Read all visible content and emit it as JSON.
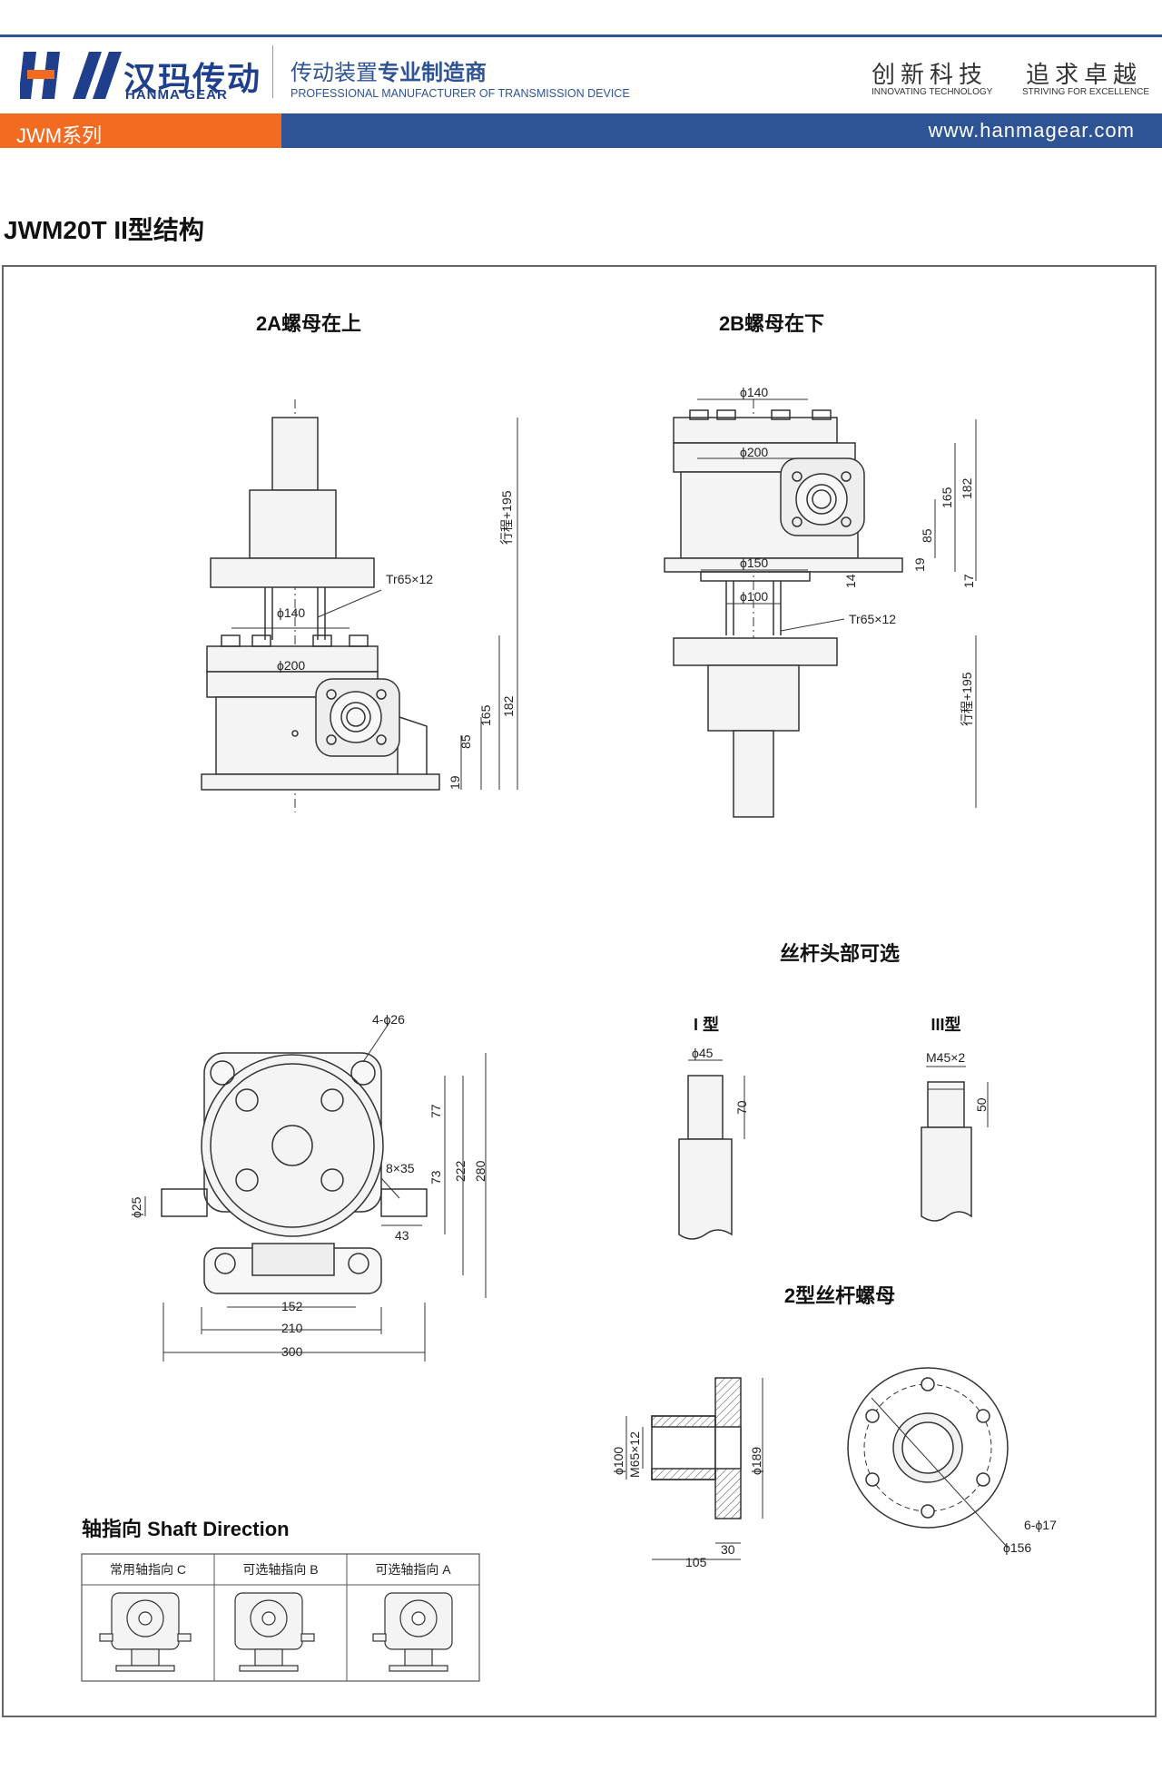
{
  "header": {
    "logo_cn": "汉玛传动",
    "logo_en": "HANMA GEAR",
    "slogan_cn_part1": "传动装置",
    "slogan_cn_part2": "专业制造商",
    "slogan_en": "PROFESSIONAL MANUFACTURER OF TRANSMISSION DEVICE",
    "motto1_cn": "创新科技",
    "motto1_en": "INNOVATING TECHNOLOGY",
    "motto2_cn": "追求卓越",
    "motto2_en": "STRIVING FOR EXCELLENCE",
    "series": "JWM系列",
    "website": "www.hanmagear.com"
  },
  "page_title": "JWM20T II型结构",
  "drawings": {
    "view_2a": {
      "title": "2A螺母在上",
      "dims": [
        "Tr65×12",
        "ϕ140",
        "ϕ200",
        "行程+195",
        "182",
        "165",
        "85",
        "19"
      ]
    },
    "view_2b": {
      "title": "2B螺母在下",
      "dims": [
        "ϕ140",
        "ϕ200",
        "ϕ150",
        "ϕ100",
        "Tr65×12",
        "182",
        "165",
        "85",
        "19",
        "14",
        "17",
        "行程+195"
      ]
    },
    "plan_view": {
      "dims": [
        "4-ϕ26",
        "77",
        "222",
        "280",
        "8×35",
        "73",
        "43",
        "ϕ25",
        "152",
        "210",
        "300"
      ]
    },
    "screw_head": {
      "title": "丝杆头部可选",
      "type1_label": "I 型",
      "type1_dims": [
        "ϕ45",
        "70"
      ],
      "type3_label": "III型",
      "type3_dims": [
        "M45×2",
        "50"
      ]
    },
    "nut": {
      "title": "2型丝杆螺母",
      "dims": [
        "ϕ100",
        "M65×12",
        "ϕ189",
        "105",
        "30",
        "6-ϕ17",
        "ϕ156"
      ]
    }
  },
  "shaft_direction": {
    "title": "轴指向 Shaft Direction",
    "columns": [
      "常用轴指向 C",
      "可选轴指向 B",
      "可选轴指向 A"
    ]
  }
}
